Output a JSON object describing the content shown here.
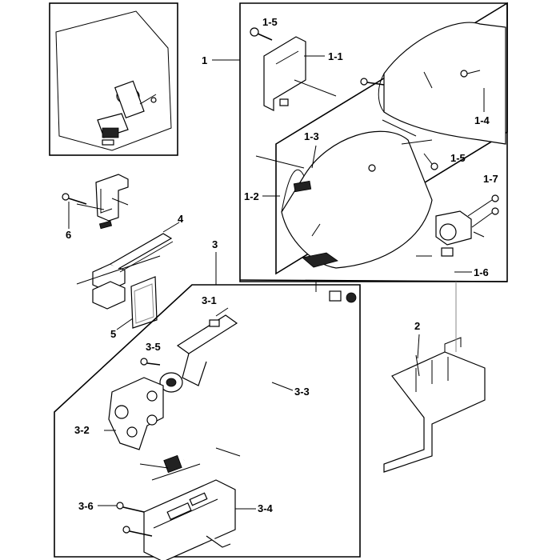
{
  "labels": {
    "p1": "1",
    "p1_1": "1-1",
    "p1_2": "1-2",
    "p1_3": "1-3",
    "p1_4": "1-4",
    "p1_5a": "1-5",
    "p1_5b": "1-5",
    "p1_6": "1-6",
    "p1_7": "1-7",
    "p2": "2",
    "p3": "3",
    "p3_1": "3-1",
    "p3_2": "3-2",
    "p3_3": "3-3",
    "p3_4": "3-4",
    "p3_5": "3-5",
    "p3_6": "3-6",
    "p4": "4",
    "p5": "5",
    "p6": "6"
  }
}
